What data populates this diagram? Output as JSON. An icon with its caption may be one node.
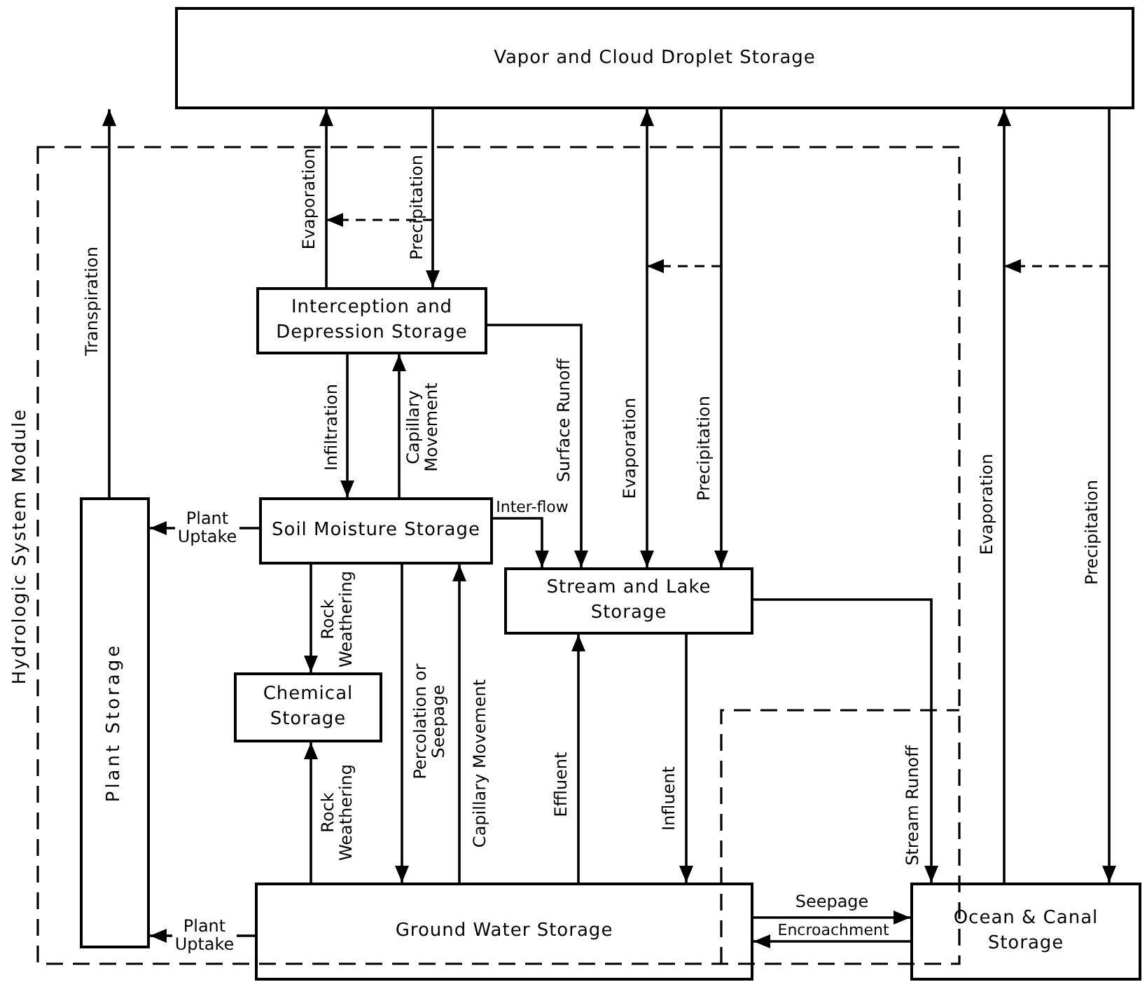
{
  "diagram": {
    "nodes": [
      {
        "text": [
          "Vapor and Cloud Droplet Storage"
        ]
      },
      {
        "text": [
          "Hydrologic System Module"
        ]
      },
      {
        "text": [
          "Interception and Depression Storage"
        ],
        "in": 1
      },
      {
        "text": [
          "Soil Moisture Storage"
        ],
        "in": 1
      },
      {
        "text": [
          "Plant Storage"
        ],
        "in": 1
      },
      {
        "text": [
          "Stream and Lake Storage"
        ],
        "in": 1
      },
      {
        "text": [
          "Chemical Storage"
        ],
        "in": 1
      },
      {
        "text": [
          "Ground Water Storage"
        ]
      },
      {
        "text": [
          "Ocean & Canal Storage"
        ]
      }
    ],
    "edges": [
      {
        "from": 4,
        "to": 0,
        "arrow": "to",
        "label": "Transpiration"
      },
      {
        "from": 2,
        "to": 0,
        "arrow": "to",
        "label": "Evaporation"
      },
      {
        "from": 0,
        "to": 2,
        "arrow": "to",
        "label": "Precipitation"
      },
      {
        "from": 2,
        "to": 5,
        "arrow": "to",
        "label": "Surface Runoff"
      },
      {
        "from": 2,
        "to": 3,
        "arrow": "to",
        "label": "Infiltration"
      },
      {
        "from": 3,
        "to": 2,
        "arrow": "to",
        "label": "Capillary Movement"
      },
      {
        "from": 3,
        "to": 4,
        "arrow": "to",
        "label": "Plant Uptake"
      },
      {
        "from": 3,
        "to": 5,
        "arrow": "to",
        "label": "Inter-flow"
      },
      {
        "from": 0,
        "to": 5,
        "arrow": "both",
        "label": "Evaporation"
      },
      {
        "from": 0,
        "to": 5,
        "arrow": "to",
        "label": "Precipitation"
      },
      {
        "from": 3,
        "to": 6,
        "arrow": "to",
        "label": "Rock Weathering"
      },
      {
        "from": 7,
        "to": 6,
        "arrow": "to",
        "label": "Rock Weathering"
      },
      {
        "from": 3,
        "to": 7,
        "arrow": "to",
        "label": "Percolation or Seepage"
      },
      {
        "from": 7,
        "to": 3,
        "arrow": "to",
        "label": "Capillary Movement"
      },
      {
        "from": 7,
        "to": 5,
        "arrow": "to",
        "label": "Effluent"
      },
      {
        "from": 5,
        "to": 7,
        "arrow": "to",
        "label": "Influent"
      },
      {
        "from": 5,
        "to": 8,
        "arrow": "to",
        "label": "Stream Runoff"
      },
      {
        "from": 8,
        "to": 0,
        "arrow": "to",
        "label": "Evaporation"
      },
      {
        "from": 0,
        "to": 8,
        "arrow": "to",
        "label": "Precipitation"
      },
      {
        "from": 7,
        "to": 4,
        "arrow": "to",
        "label": "Plant Uptake"
      },
      {
        "from": 7,
        "to": 8,
        "arrow": "to",
        "label": "Seepage"
      },
      {
        "from": 8,
        "to": 7,
        "arrow": "to",
        "label": "Encroachment"
      }
    ]
  }
}
